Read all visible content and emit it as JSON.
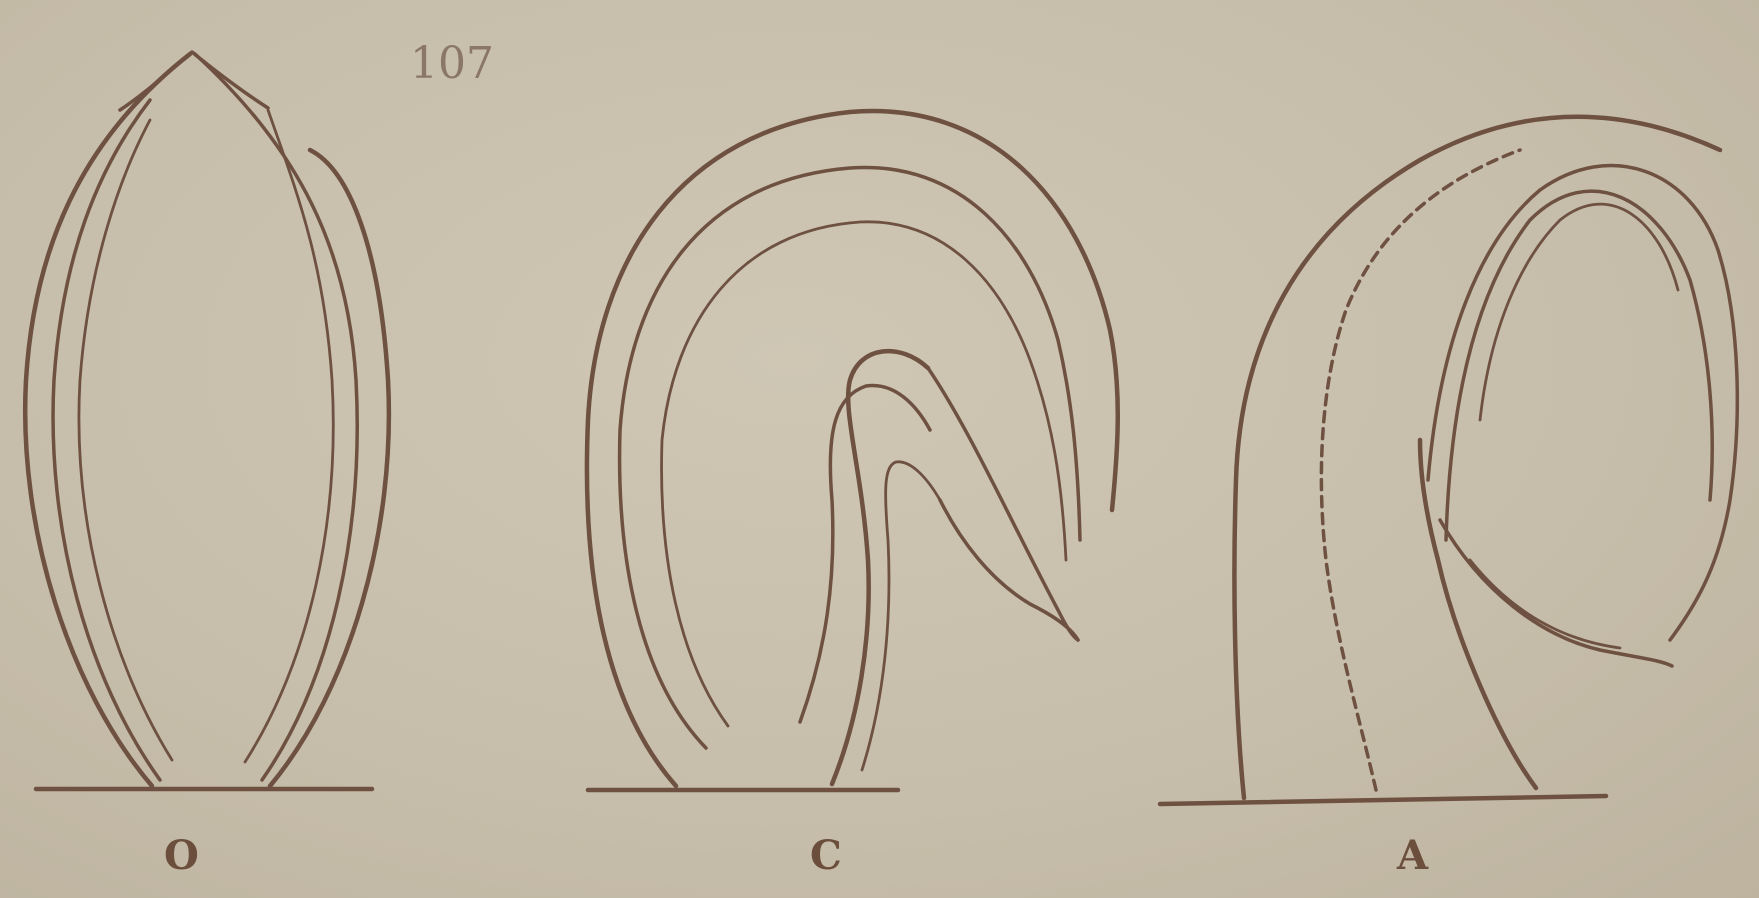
{
  "figure": {
    "number": "107",
    "labels": {
      "o": "O",
      "c": "C",
      "a": "A"
    },
    "ink_color": "#6e5140",
    "paper_color": "#c9c0ae"
  }
}
